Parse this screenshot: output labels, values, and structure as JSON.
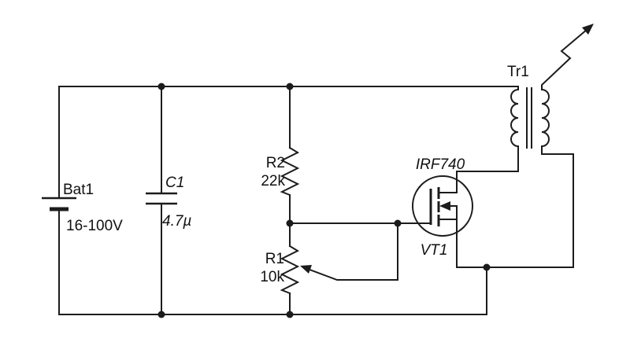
{
  "schematic": {
    "battery": {
      "label": "Bat1",
      "value": "16-100V"
    },
    "capacitor": {
      "label": "C1",
      "value": "4.7µ"
    },
    "resistor_r2": {
      "label": "R2",
      "value": "22k"
    },
    "potentiometer_r1": {
      "label": "R1",
      "value": "10k"
    },
    "mosfet": {
      "part": "IRF740",
      "designator": "VT1"
    },
    "transformer": {
      "label": "Tr1"
    }
  },
  "colors": {
    "wire": "#1c1c1c",
    "background": "#ffffff"
  }
}
